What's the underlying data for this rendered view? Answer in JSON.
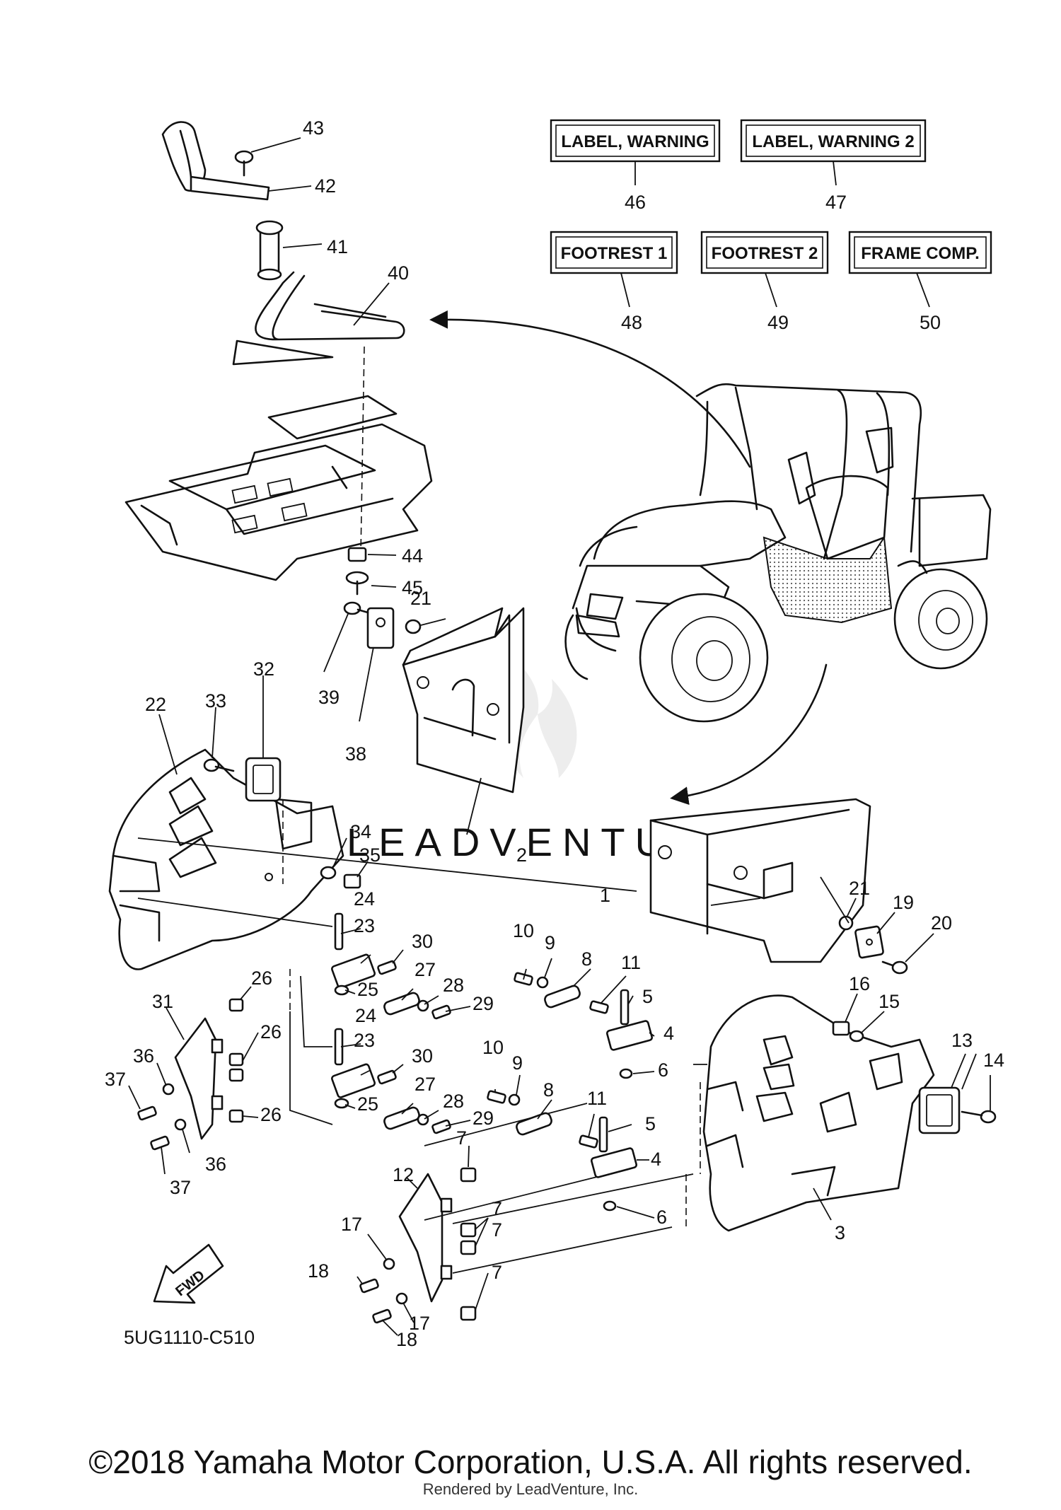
{
  "diagram_code": "5UG1110-C510",
  "fwd_label": "FWD",
  "watermark": "LEADVENTURE",
  "copyright": "©2018 Yamaha Motor Corporation, U.S.A. All rights reserved.",
  "rendered_by": "Rendered by LeadVenture, Inc.",
  "labels": [
    {
      "text": "LABEL, WARNING",
      "ref": "46"
    },
    {
      "text": "LABEL, WARNING 2",
      "ref": "47"
    },
    {
      "text": "FOOTREST 1",
      "ref": "48"
    },
    {
      "text": "FOOTREST 2",
      "ref": "49"
    },
    {
      "text": "FRAME COMP.",
      "ref": "50"
    }
  ],
  "callouts": [
    "1",
    "2",
    "3",
    "4",
    "4",
    "5",
    "5",
    "6",
    "6",
    "7",
    "7",
    "7",
    "7",
    "8",
    "8",
    "9",
    "9",
    "10",
    "10",
    "11",
    "11",
    "12",
    "13",
    "14",
    "15",
    "16",
    "17",
    "17",
    "18",
    "18",
    "19",
    "20",
    "21",
    "21",
    "22",
    "23",
    "23",
    "24",
    "24",
    "25",
    "25",
    "26",
    "26",
    "26",
    "27",
    "27",
    "28",
    "28",
    "29",
    "29",
    "30",
    "30",
    "31",
    "32",
    "33",
    "34",
    "35",
    "36",
    "36",
    "37",
    "37",
    "38",
    "39",
    "40",
    "41",
    "42",
    "43",
    "44",
    "45"
  ]
}
